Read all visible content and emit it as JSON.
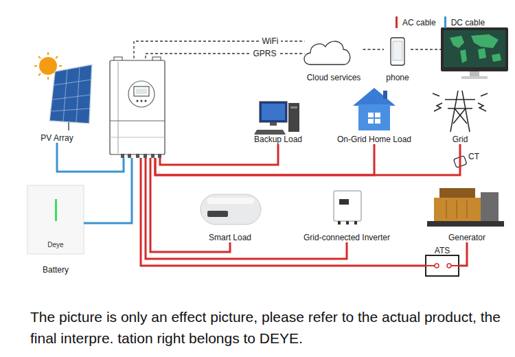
{
  "diagram": {
    "caption": "The picture is only an effect picture, please refer to the actual product, the final interpre. tation right belongs to DEYE.",
    "nodes": [
      {
        "text": []
      },
      {
        "text": [
          "Cloud services"
        ]
      },
      {
        "text": [
          "phone"
        ]
      },
      {
        "text": [
          "PV Array"
        ]
      },
      {
        "text": [
          "Backup Load"
        ]
      },
      {
        "text": [
          "On-Grid Home Load"
        ]
      },
      {
        "text": [
          "Grid"
        ]
      },
      {
        "text": [
          "Deye",
          "Battery"
        ]
      },
      {
        "text": [
          "Smart Load"
        ]
      },
      {
        "text": [
          "Grid-connected Inverter"
        ]
      },
      {
        "text": [
          "Generator"
        ]
      },
      {
        "text": [
          "ATS"
        ]
      }
    ],
    "edges": [
      {
        "from": 0,
        "to": 1,
        "label": "WiFi",
        "arrow": "none"
      },
      {
        "from": 0,
        "to": 1,
        "label": "GPRS",
        "arrow": "none"
      },
      {
        "from": 1,
        "to": 2,
        "arrow": "none"
      },
      {
        "from": 3,
        "to": 0,
        "arrow": "none"
      },
      {
        "from": 7,
        "to": 0,
        "arrow": "none"
      },
      {
        "from": 0,
        "to": 4,
        "arrow": "none"
      },
      {
        "from": 0,
        "to": 5,
        "arrow": "none"
      },
      {
        "from": 0,
        "to": 6,
        "arrow": "none"
      },
      {
        "from": 0,
        "to": 8,
        "arrow": "none"
      },
      {
        "from": 0,
        "to": 9,
        "arrow": "none"
      },
      {
        "from": 0,
        "to": 11,
        "arrow": "none"
      },
      {
        "from": 10,
        "to": 11,
        "arrow": "none"
      }
    ],
    "labels": [
      "CT"
    ],
    "legend": [
      {
        "text": "AC cable",
        "color": "#d62b2b"
      },
      {
        "text": "DC cable",
        "color": "#3a93d0"
      }
    ]
  }
}
